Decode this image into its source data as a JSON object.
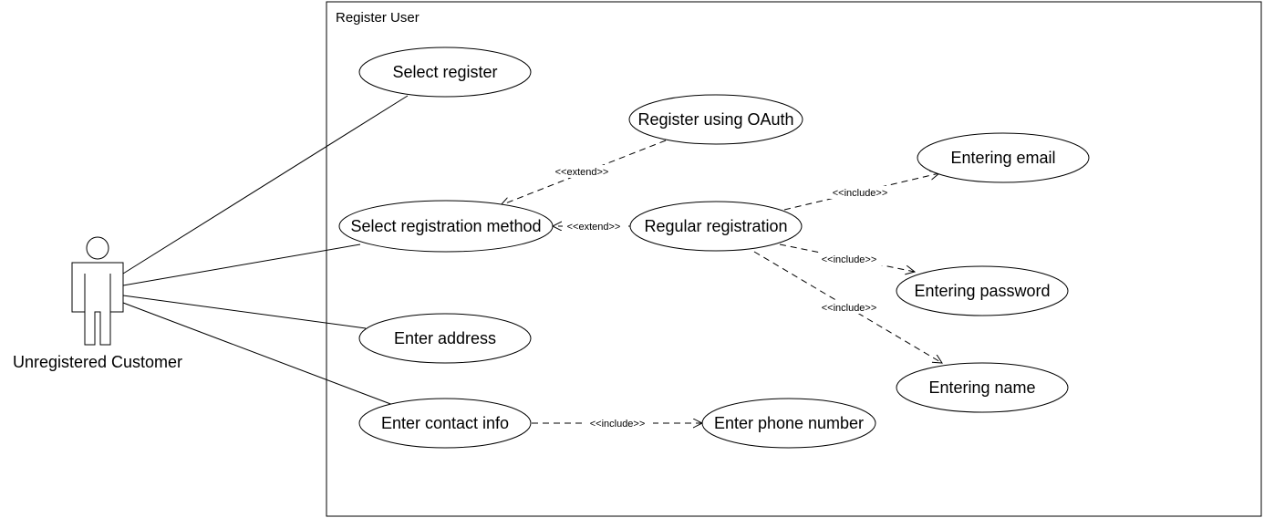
{
  "system": {
    "title": "Register User"
  },
  "actor": {
    "name": "Unregistered Customer"
  },
  "use_cases": {
    "select_register": "Select register",
    "register_oauth": "Register using OAuth",
    "entering_email": "Entering email",
    "select_method": "Select registration method",
    "regular_registration": "Regular registration",
    "entering_password": "Entering password",
    "enter_address": "Enter address",
    "entering_name": "Entering name",
    "enter_contact": "Enter contact info",
    "enter_phone": "Enter phone number"
  },
  "relations": {
    "oauth_extend": "<<extend>>",
    "regular_extend": "<<extend>>",
    "email_include": "<<include>>",
    "password_include": "<<include>>",
    "name_include": "<<include>>",
    "phone_include": "<<include>>"
  }
}
